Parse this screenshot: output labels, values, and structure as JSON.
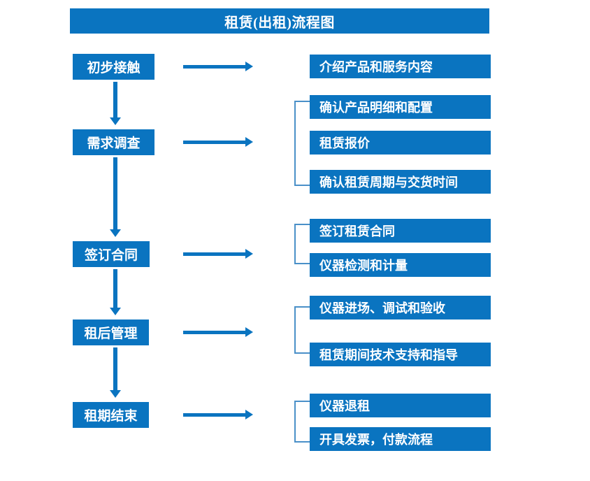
{
  "diagram": {
    "title": "租赁(出租)流程图",
    "accent_color": "#0A74C0",
    "bracket_color": "#4A90C8",
    "text_color": "#FFFFFF",
    "background_color": "#FFFFFF"
  },
  "stages": [
    {
      "id": "stage-1",
      "label": "初步接触"
    },
    {
      "id": "stage-2",
      "label": "需求调查"
    },
    {
      "id": "stage-3",
      "label": "签订合同"
    },
    {
      "id": "stage-4",
      "label": "租后管理"
    },
    {
      "id": "stage-5",
      "label": "租期结束"
    }
  ],
  "details": [
    {
      "id": "detail-1",
      "label": "介绍产品和服务内容"
    },
    {
      "id": "detail-2",
      "label": "确认产品明细和配置"
    },
    {
      "id": "detail-3",
      "label": "租赁报价"
    },
    {
      "id": "detail-4",
      "label": "确认租赁周期与交货时间"
    },
    {
      "id": "detail-5",
      "label": "签订租赁合同"
    },
    {
      "id": "detail-6",
      "label": "仪器检测和计量"
    },
    {
      "id": "detail-7",
      "label": "仪器进场、调试和验收"
    },
    {
      "id": "detail-8",
      "label": "租赁期间技术支持和指导"
    },
    {
      "id": "detail-9",
      "label": "仪器退租"
    },
    {
      "id": "detail-10",
      "label": "开具发票，付款流程"
    }
  ]
}
